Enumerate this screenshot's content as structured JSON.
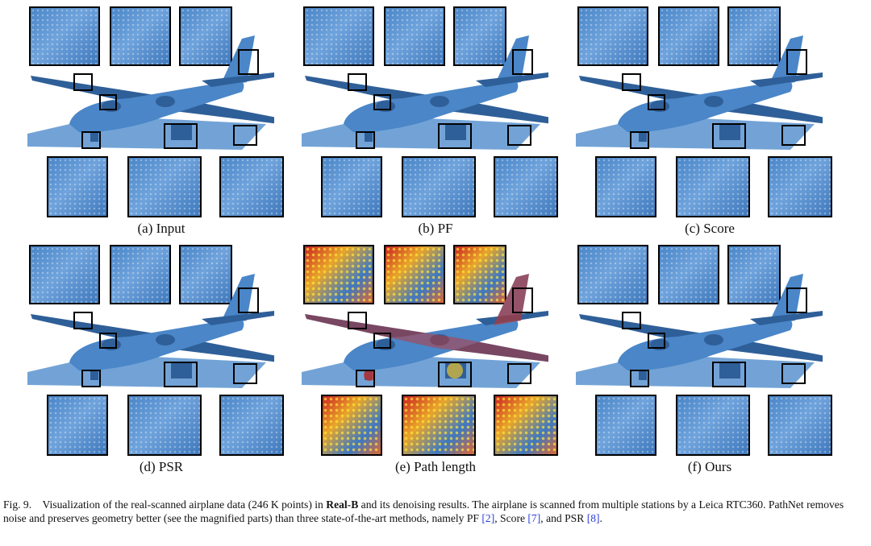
{
  "panels": [
    {
      "id": "a",
      "label": "(a) Input",
      "variant": "normal"
    },
    {
      "id": "b",
      "label": "(b) PF",
      "variant": "normal"
    },
    {
      "id": "c",
      "label": "(c) Score",
      "variant": "normal"
    },
    {
      "id": "d",
      "label": "(d) PSR",
      "variant": "normal"
    },
    {
      "id": "e",
      "label": "(e) Path length",
      "variant": "heat"
    },
    {
      "id": "f",
      "label": "(f) Ours",
      "variant": "normal"
    }
  ],
  "caption": {
    "fig_label": "Fig. 9.",
    "text_1": "Visualization of the real-scanned airplane data (246 K points) in ",
    "bold": "Real-B",
    "text_2": " and its denoising results. The airplane is scanned from multiple stations by a Leica RTC360. PathNet removes noise and preserves geometry better (see the magnified parts) than three state-of-the-art methods, namely PF ",
    "ref_pf": "[2]",
    "text_3": ", Score ",
    "ref_score": "[7]",
    "text_4": ", and PSR ",
    "ref_psr": "[8]",
    "text_5": "."
  },
  "colors": {
    "plane": "#4a86c8",
    "plane_dark": "#2f5f98",
    "ground": "#5b93cf",
    "heat_red": "#d42a1e",
    "heat_yellow": "#e8c531"
  }
}
